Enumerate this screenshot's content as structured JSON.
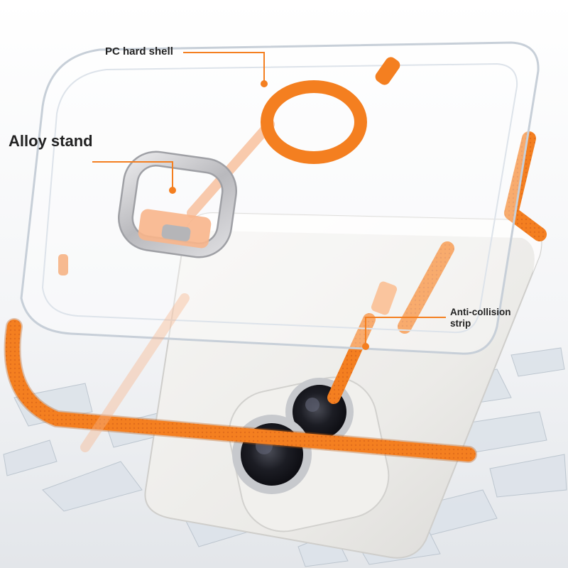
{
  "callouts": {
    "shell": "PC hard shell",
    "stand": "Alloy stand",
    "strip_line1": "Anti-collision",
    "strip_line2": "strip"
  },
  "colors": {
    "accent": "#f47f20",
    "leader": "#f47f20",
    "label_text": "#222222",
    "background": "#ffffff",
    "phone_body": "#eceae6",
    "stand_metal": "#c9c9cc"
  }
}
